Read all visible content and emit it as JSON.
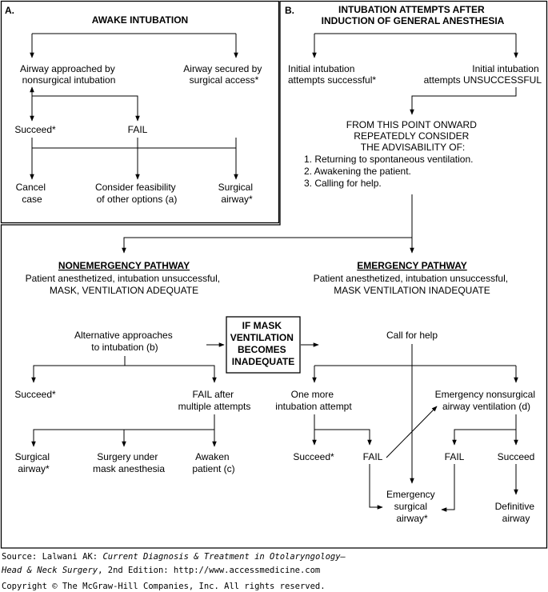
{
  "panelA": {
    "letter": "A.",
    "title": "AWAKE INTUBATION",
    "nonsurgical": [
      "Airway approached by",
      "nonsurgical intubation"
    ],
    "surgical_access": [
      "Airway secured by",
      "surgical access*"
    ],
    "succeed": "Succeed*",
    "fail": "FAIL",
    "cancel": [
      "Cancel",
      "case"
    ],
    "consider": [
      "Consider feasibility",
      "of other options (a)"
    ],
    "surgical_airway": [
      "Surgical",
      "airway*"
    ]
  },
  "panelB": {
    "letter": "B.",
    "title": [
      "INTUBATION ATTEMPTS AFTER",
      "INDUCTION OF GENERAL ANESTHESIA"
    ],
    "successful": [
      "Initial intubation",
      "attempts successful*"
    ],
    "unsuccessful": [
      "Initial intubation",
      "attempts UNSUCCESSFUL"
    ],
    "consider": [
      "FROM THIS POINT ONWARD",
      "REPEATEDLY CONSIDER",
      "THE ADVISABILITY OF:"
    ],
    "options": [
      "1. Returning to spontaneous ventilation.",
      "2. Awakening the patient.",
      "3. Calling for help."
    ]
  },
  "nonemergency": {
    "title": "NONEMERGENCY PATHWAY",
    "desc": [
      "Patient anesthetized, intubation unsuccessful,",
      "MASK, VENTILATION ADEQUATE"
    ],
    "alternative": [
      "Alternative approaches",
      "to intubation (b)"
    ],
    "succeed": "Succeed*",
    "fail_after": [
      "FAIL after",
      "multiple attempts"
    ],
    "surgical_airway": [
      "Surgical",
      "airway*"
    ],
    "mask_anesthesia": [
      "Surgery under",
      "mask anesthesia"
    ],
    "awaken": [
      "Awaken",
      "patient (c)"
    ]
  },
  "ifmask": [
    "IF MASK",
    "VENTILATION",
    "BECOMES",
    "INADEQUATE"
  ],
  "emergency": {
    "title": "EMERGENCY PATHWAY",
    "desc": [
      "Patient anesthetized, intubation unsuccessful,",
      "MASK VENTILATION INADEQUATE"
    ],
    "call": "Call for help",
    "one_more": [
      "One more",
      "intubation attempt"
    ],
    "nonsurgical": [
      "Emergency nonsurgical",
      "airway ventilation (d)"
    ],
    "succeed_left": "Succeed*",
    "fail_left": "FAIL",
    "fail_right": "FAIL",
    "succeed_right": "Succeed",
    "emergency_surgical": [
      "Emergency",
      "surgical",
      "airway*"
    ],
    "definitive": [
      "Definitive",
      "airway"
    ]
  },
  "source": {
    "prefix": "Source: Lalwani AK: ",
    "title_line1": "Current Diagnosis & Treatment in Otolaryngology—",
    "title_line2": "Head & Neck Surgery",
    "suffix": ", 2nd Edition: http://www.accessmedicine.com",
    "copyright": "Copyright © The McGraw-Hill Companies, Inc. All rights reserved."
  }
}
